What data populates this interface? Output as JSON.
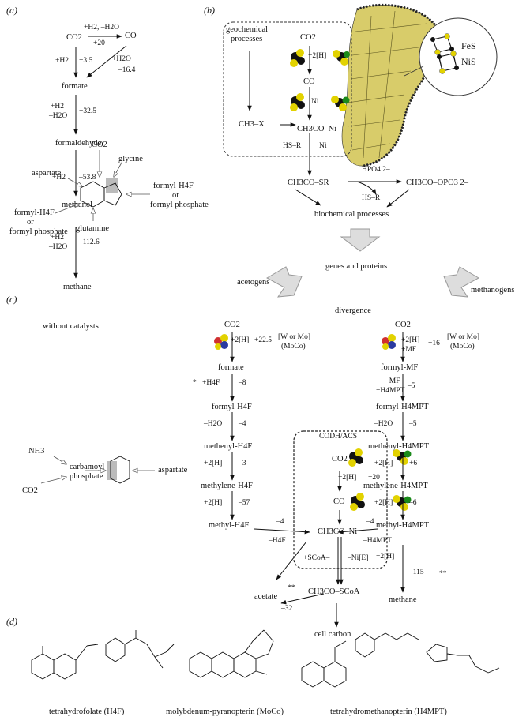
{
  "panel_labels": {
    "a": "(a)",
    "b": "(b)",
    "c": "(c)",
    "d": "(d)"
  },
  "panel_a": {
    "co2": "CO2",
    "co": "CO",
    "top_cond": "+H2, –H2O",
    "top_energy": "+20",
    "left_cond": "+H2",
    "left_energy": "+3.5",
    "right_cond": "+H2O",
    "right_energy": "–16.4",
    "formate": "formate",
    "step2_cond1": "+H2",
    "step2_cond2": "–H2O",
    "step2_energy": "+32.5",
    "formaldehyde": "formaldehyde",
    "step3_cond": "+H2",
    "step3_energy": "–53.8",
    "methanol": "methanol",
    "step4_cond1": "+H2",
    "step4_cond2": "–H2O",
    "step4_energy": "–112.6",
    "methane": "methane",
    "caption": "without catalysts"
  },
  "panel_b": {
    "geochemical": "geochemical",
    "processes": "processes",
    "co2": "CO2",
    "two_h": "+2[H]",
    "co": "CO",
    "ni": "Ni",
    "ch3x": "CH3–X",
    "ch3co_ni": "CH3CO–Ni",
    "hsr": "HS–R",
    "ni2": "Ni",
    "fes": "FeS",
    "nis": "NiS",
    "ch3co_sr": "CH3CO–SR",
    "hpo4": "HPO4 2–",
    "hsr2": "HS–R",
    "ch3co_opo3": "CH3CO–OPO3 2–",
    "biochemical": "biochemical processes",
    "genes": "genes and proteins",
    "acetogens": "acetogens",
    "methanogens": "methanogens",
    "divergence": "divergence",
    "acetogen_path": {
      "co2": "CO2",
      "s1": "+2[H]",
      "s1e": "+22.5",
      "w": "[W or Mo]",
      "moco": "(MoCo)",
      "formate": "formate",
      "star": "*",
      "s2": "+H4F",
      "s2e": "–8",
      "formyl": "formyl-H4F",
      "s3": "–H2O",
      "s3e": "–4",
      "methenyl": "methenyl-H4F",
      "s4": "+2[H]",
      "s4e": "–3",
      "methylene": "methylene-H4F",
      "s5": "+2[H]",
      "s5e": "–57",
      "methyl": "methyl-H4F",
      "s6e": "–4",
      "s6": "–H4F",
      "acetate": "acetate",
      "acet_e": "–32",
      "stars": "**"
    },
    "codh": {
      "title": "CODH/ACS",
      "co2": "CO2",
      "s1": "+2[H]",
      "s1e": "+20",
      "co": "CO",
      "ch3co_ni": "CH3CO–Ni",
      "scoa": "+SCoA–",
      "ni_e": "–Ni[E]",
      "acetyl": "CH3CO–SCoA",
      "cell": "cell carbon"
    },
    "methanogen_path": {
      "co2": "CO2",
      "s1": "+2[H]",
      "s1b": "+MF",
      "s1e": "+16",
      "w": "[W or Mo]",
      "moco": "(MoCo)",
      "formyl_mf": "formyl-MF",
      "s2a": "–MF",
      "s2b": "+H4MPT",
      "s2e": "–5",
      "formyl": "formyl-H4MPT",
      "s3": "–H2O",
      "s3e": "–5",
      "methenyl": "methenyl-H4MPT",
      "s4": "+2[H]",
      "s4e": "+6",
      "methylene": "methylene-H4MPT",
      "s5": "+2[H]",
      "s5e": "–6",
      "methyl": "methyl-H4MPT",
      "s6e": "–4",
      "s6": "–H4MPT",
      "s7": "+2[H]",
      "s7e": "–115",
      "stars": "**",
      "methane": "methane"
    }
  },
  "panel_c": {
    "co2": "CO2",
    "glycine": "glycine",
    "aspartate": "aspartate",
    "formyl_r1": "formyl-H4F",
    "formyl_r2": "or",
    "formyl_r3": "formyl phosphate",
    "formyl_l1": "formyl-H4F",
    "formyl_l2": "or",
    "formyl_l3": "formyl phosphate",
    "glutamine": "glutamine",
    "nh3": "NH3",
    "carbamoyl1": "carbamoyl",
    "carbamoyl2": "phosphate",
    "co2b": "CO2",
    "aspartate2": "aspartate"
  },
  "panel_d": {
    "h4f": "tetrahydrofolate (H4F)",
    "moco": "molybdenum-pyranopterin (MoCo)",
    "h4mpt": "tetrahydromethanopterin (H4MPT)"
  }
}
